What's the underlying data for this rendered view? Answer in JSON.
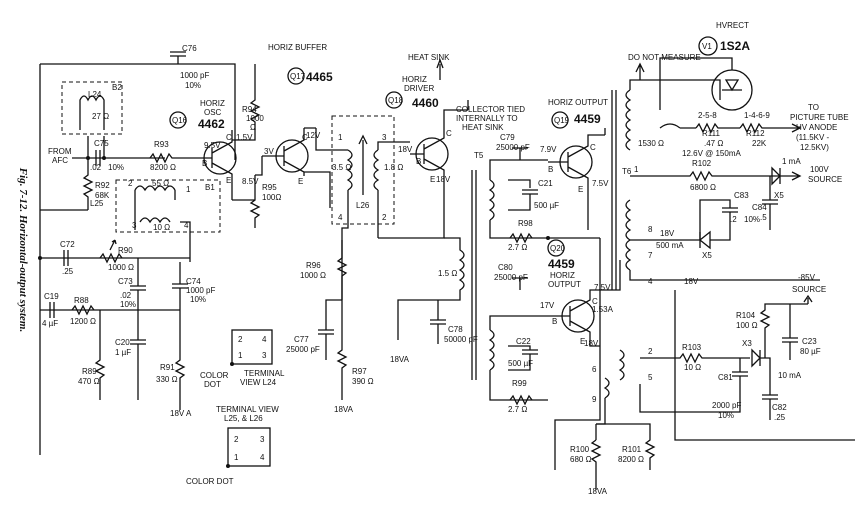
{
  "caption": "Fig. 7-12. Horizontal-output system.",
  "transistors": {
    "q16": {
      "id": "Q16",
      "type": "4462",
      "role_l1": "HORIZ",
      "role_l2": "OSC"
    },
    "q17": {
      "id": "Q17",
      "type": "4465",
      "role": "HORIZ BUFFER"
    },
    "q18": {
      "id": "Q18",
      "type": "4460",
      "role_l1": "HORIZ",
      "role_l2": "DRIVER"
    },
    "q19": {
      "id": "Q19",
      "type": "4459",
      "role": "HORIZ OUTPUT"
    },
    "q20": {
      "id": "Q20",
      "type": "4459",
      "role_l1": "HORIZ",
      "role_l2": "OUTPUT"
    },
    "v1": {
      "id": "V1",
      "type": "1S2A",
      "role": "HVRECT"
    }
  },
  "pins": {
    "b": "B",
    "c": "C",
    "e": "E"
  },
  "inductors": {
    "l24": {
      "name": "L24",
      "value": "27 Ω",
      "box": "B2"
    },
    "l25": {
      "name": "L25",
      "top": "55 Ω",
      "bottom": "10 Ω",
      "box": "B1"
    },
    "l26": {
      "name": "L26",
      "left": "3.5 Ω",
      "right": "1.8 Ω"
    }
  },
  "resistors": {
    "r88": "R88",
    "r88v": "1200 Ω",
    "r89": "R89",
    "r89v": "470 Ω",
    "r90": "R90",
    "r90v": "1000 Ω",
    "r91": "R91",
    "r91v": "330 Ω",
    "r92": "R92",
    "r92v": "68K",
    "r93": "R93",
    "r93v": "8200 Ω",
    "r94": "R94",
    "r94v1": "1000",
    "r94v2": "Ω",
    "r95": "R95",
    "r95v": "100Ω",
    "r96": "R96",
    "r96v": "1000 Ω",
    "r97": "R97",
    "r97v": "390 Ω",
    "r98": "R98",
    "r98v": "2.7 Ω",
    "r99": "R99",
    "r99v": "2.7 Ω",
    "r100": "R100",
    "r100v": "680 Ω",
    "r101": "R101",
    "r101v": "8200 Ω",
    "r102": "R102",
    "r102v": "6800 Ω",
    "r103": "R103",
    "r103v": "10 Ω",
    "r104": "R104",
    "r104v": "100 Ω",
    "r111": "R111",
    "r111v": ".47 Ω",
    "r112": "R112",
    "r112v": "22K"
  },
  "capacitors": {
    "c19": "C19",
    "c19v": "4 µF",
    "c20": "C20",
    "c20v": "1 µF",
    "c21": "C21",
    "c21v": "500 µF",
    "c22": "C22",
    "c22v": "500 µF",
    "c23": "C23",
    "c23v": "80 µF",
    "c72": "C72",
    "c72v": ".25",
    "c73": "C73",
    "c73v1": ".02",
    "c73v2": "10%",
    "c74": "C74",
    "c74v1": "1000 pF",
    "c74v2": "10%",
    "c75": "C75",
    "c75v1": ".02",
    "c75v2": "10%",
    "c76": "C76",
    "c76v1": "1000 pF",
    "c76v2": "10%",
    "c77": "C77",
    "c77v": "25000 pF",
    "c78": "C78",
    "c78v": "50000 pF",
    "c79": "C79",
    "c79v": "25000 pF",
    "c80": "C80",
    "c80v": "25000 pF",
    "c81": "C81",
    "c81v1": "2000 pF",
    "c81v2": "10%",
    "c82": "C82",
    "c82v": ".25",
    "c83": "C83",
    "c83v1": ".2",
    "c83v2": "10%",
    "c84": "C84",
    "c84v": ".5"
  },
  "diodes": {
    "x3": "X3",
    "x5a": "X5",
    "x5b": "X5"
  },
  "voltages": {
    "v95": "9.5V",
    "v15": "1.5V",
    "v85": "8.5V",
    "v3": "3V",
    "v12": "12V",
    "v18a": "18V",
    "v18b": "18V",
    "v79": "7.9V",
    "v75a": "7.5V",
    "v75b": "7.5V",
    "v17": "17V",
    "v18c": "18V",
    "v153a": "1.53A",
    "v18d": "18V",
    "v18e": "18V",
    "vfil": "12.6V @ 150mA",
    "v18va1": "18VA",
    "v18va2": "18VA",
    "v18va3": "18V A",
    "v18va4": "18VA"
  },
  "labels": {
    "heat_sink": "HEAT SINK",
    "collector_l1": "COLLECTOR TIED",
    "collector_l2": "INTERNALLY TO",
    "collector_l3": "HEAT SINK",
    "do_not_measure": "DO NOT MEASURE",
    "from": "FROM",
    "afc": "AFC",
    "t5": "T5",
    "t6": "T6",
    "r1_5": "1.5 Ω",
    "r1530": "1530 Ω",
    "pt_l1": "TO",
    "pt_l2": "PICTURE TUBE",
    "pt_l3": "HV ANODE",
    "pt_l4": "(11.5KV -",
    "pt_l5": "12.5KV)",
    "i1ma": "1 mA",
    "v100": "100V",
    "source1": "SOURCE",
    "vm85": "-85V",
    "source2": "SOURCE",
    "i500": "500 mA",
    "i10": "10 mA",
    "v1pins1": "2-5-8",
    "v1pins2": "1-4-6-9",
    "tv24_l1": "TERMINAL",
    "tv24_l2": "VIEW L24",
    "color_dot1_l1": "COLOR",
    "color_dot1_l2": "DOT",
    "tv25_l1": "TERMINAL VIEW",
    "tv25_l2": "L25, & L26",
    "color_dot2": "COLOR DOT",
    "n1": "1",
    "n2": "2",
    "n3": "3",
    "n4": "4",
    "n5": "5",
    "n6": "6",
    "n7": "7",
    "n8": "8",
    "n9": "9"
  }
}
